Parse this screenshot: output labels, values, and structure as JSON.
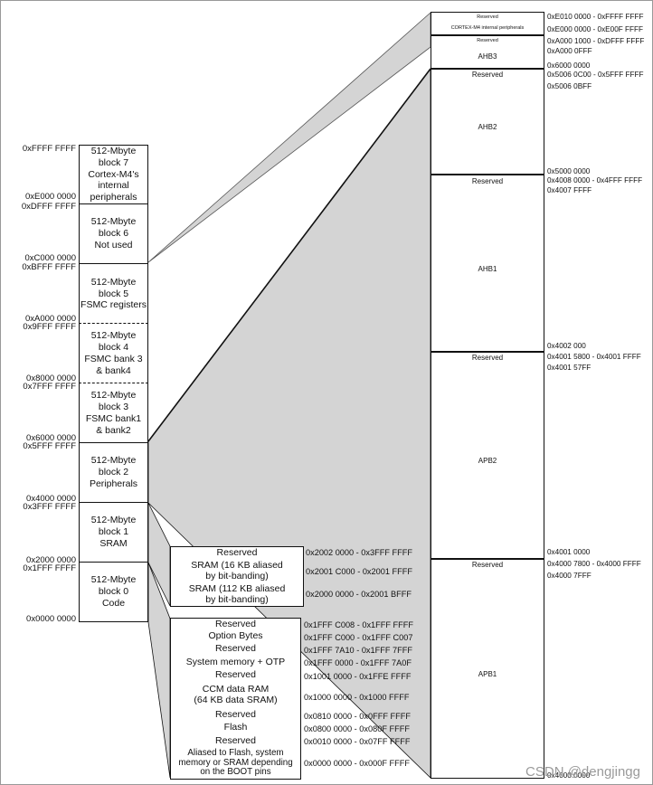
{
  "left_addresses": [
    "0xFFFF FFFF",
    "0xE000 0000",
    "0xDFFF FFFF",
    "0xC000 0000",
    "0xBFFF FFFF",
    "0xA000 0000",
    "0x9FFF FFFF",
    "0x8000 0000",
    "0x7FFF FFFF",
    "0x6000 0000",
    "0x5FFF FFFF",
    "0x4000 0000",
    "0x3FFF FFFF",
    "0x2000 0000",
    "0x1FFF FFFF",
    "0x0000 0000"
  ],
  "left_blocks": [
    "512-Mbyte\nblock 7\nCortex-M4's\ninternal\nperipherals",
    "512-Mbyte\nblock 6\nNot used",
    "512-Mbyte\nblock 5\nFSMC registers",
    "512-Mbyte\nblock 4\nFSMC bank 3\n& bank4",
    "512-Mbyte\nblock 3\nFSMC bank1\n& bank2",
    "512-Mbyte\nblock 2\nPeripherals",
    "512-Mbyte\nblock 1\nSRAM",
    "512-Mbyte\nblock 0\nCode"
  ],
  "sram_blocks": [
    "Reserved",
    "SRAM (16 KB aliased\nby bit-banding)",
    "SRAM (112 KB aliased\nby bit-banding)"
  ],
  "sram_addresses": [
    "0x2002 0000 - 0x3FFF FFFF",
    "0x2001 C000 - 0x2001 FFFF",
    "0x2000 0000 - 0x2001 BFFF"
  ],
  "code_blocks": [
    "Reserved",
    "Option Bytes",
    "Reserved",
    "System memory + OTP",
    "Reserved",
    "CCM data RAM\n(64 KB data SRAM)",
    "Reserved",
    "Flash",
    "Reserved",
    "Aliased to Flash, system\nmemory or SRAM depending\non the BOOT pins"
  ],
  "code_addresses": [
    "0x1FFF C008 - 0x1FFF FFFF",
    "0x1FFF C000 - 0x1FFF C007",
    "0x1FFF 7A10 - 0x1FFF 7FFF",
    "0x1FFF 0000 - 0x1FFF 7A0F",
    "0x1001 0000 - 0x1FFE FFFF",
    "0x1000 0000 - 0x1000 FFFF",
    "0x0810 0000 - 0x0FFF FFFF",
    "0x0800 0000 - 0x080F FFFF",
    "0x0010 0000 - 0x07FF FFFF",
    "0x0000 0000 - 0x000F FFFF"
  ],
  "right_blocks": [
    "Reserved",
    "CORTEX-M4 internal peripherals",
    "Reserved",
    "AHB3",
    "Reserved",
    "AHB2",
    "Reserved",
    "AHB1",
    "Reserved",
    "APB2",
    "Reserved",
    "APB1"
  ],
  "right_addresses": [
    "0xE010 0000 - 0xFFFF FFFF",
    "0xE000 0000 - 0xE00F FFFF",
    "0xA000 1000 - 0xDFFF FFFF",
    "0xA000 0FFF",
    "0x6000 0000",
    "0x5006 0C00 - 0x5FFF FFFF",
    "0x5006 0BFF",
    "0x5000 0000",
    "0x4008 0000 - 0x4FFF FFFF",
    "0x4007 FFFF",
    "0x4002 000",
    "0x4001 5800 - 0x4001 FFFF",
    "0x4001 57FF",
    "0x4001 0000",
    "0x4000 7800 - 0x4000 FFFF",
    "0x4000 7FFF",
    "0x4000 0000"
  ],
  "watermark": "CSDN @dengjingg",
  "colors": {
    "fill": "#d4d4d4",
    "line": "#111111"
  }
}
